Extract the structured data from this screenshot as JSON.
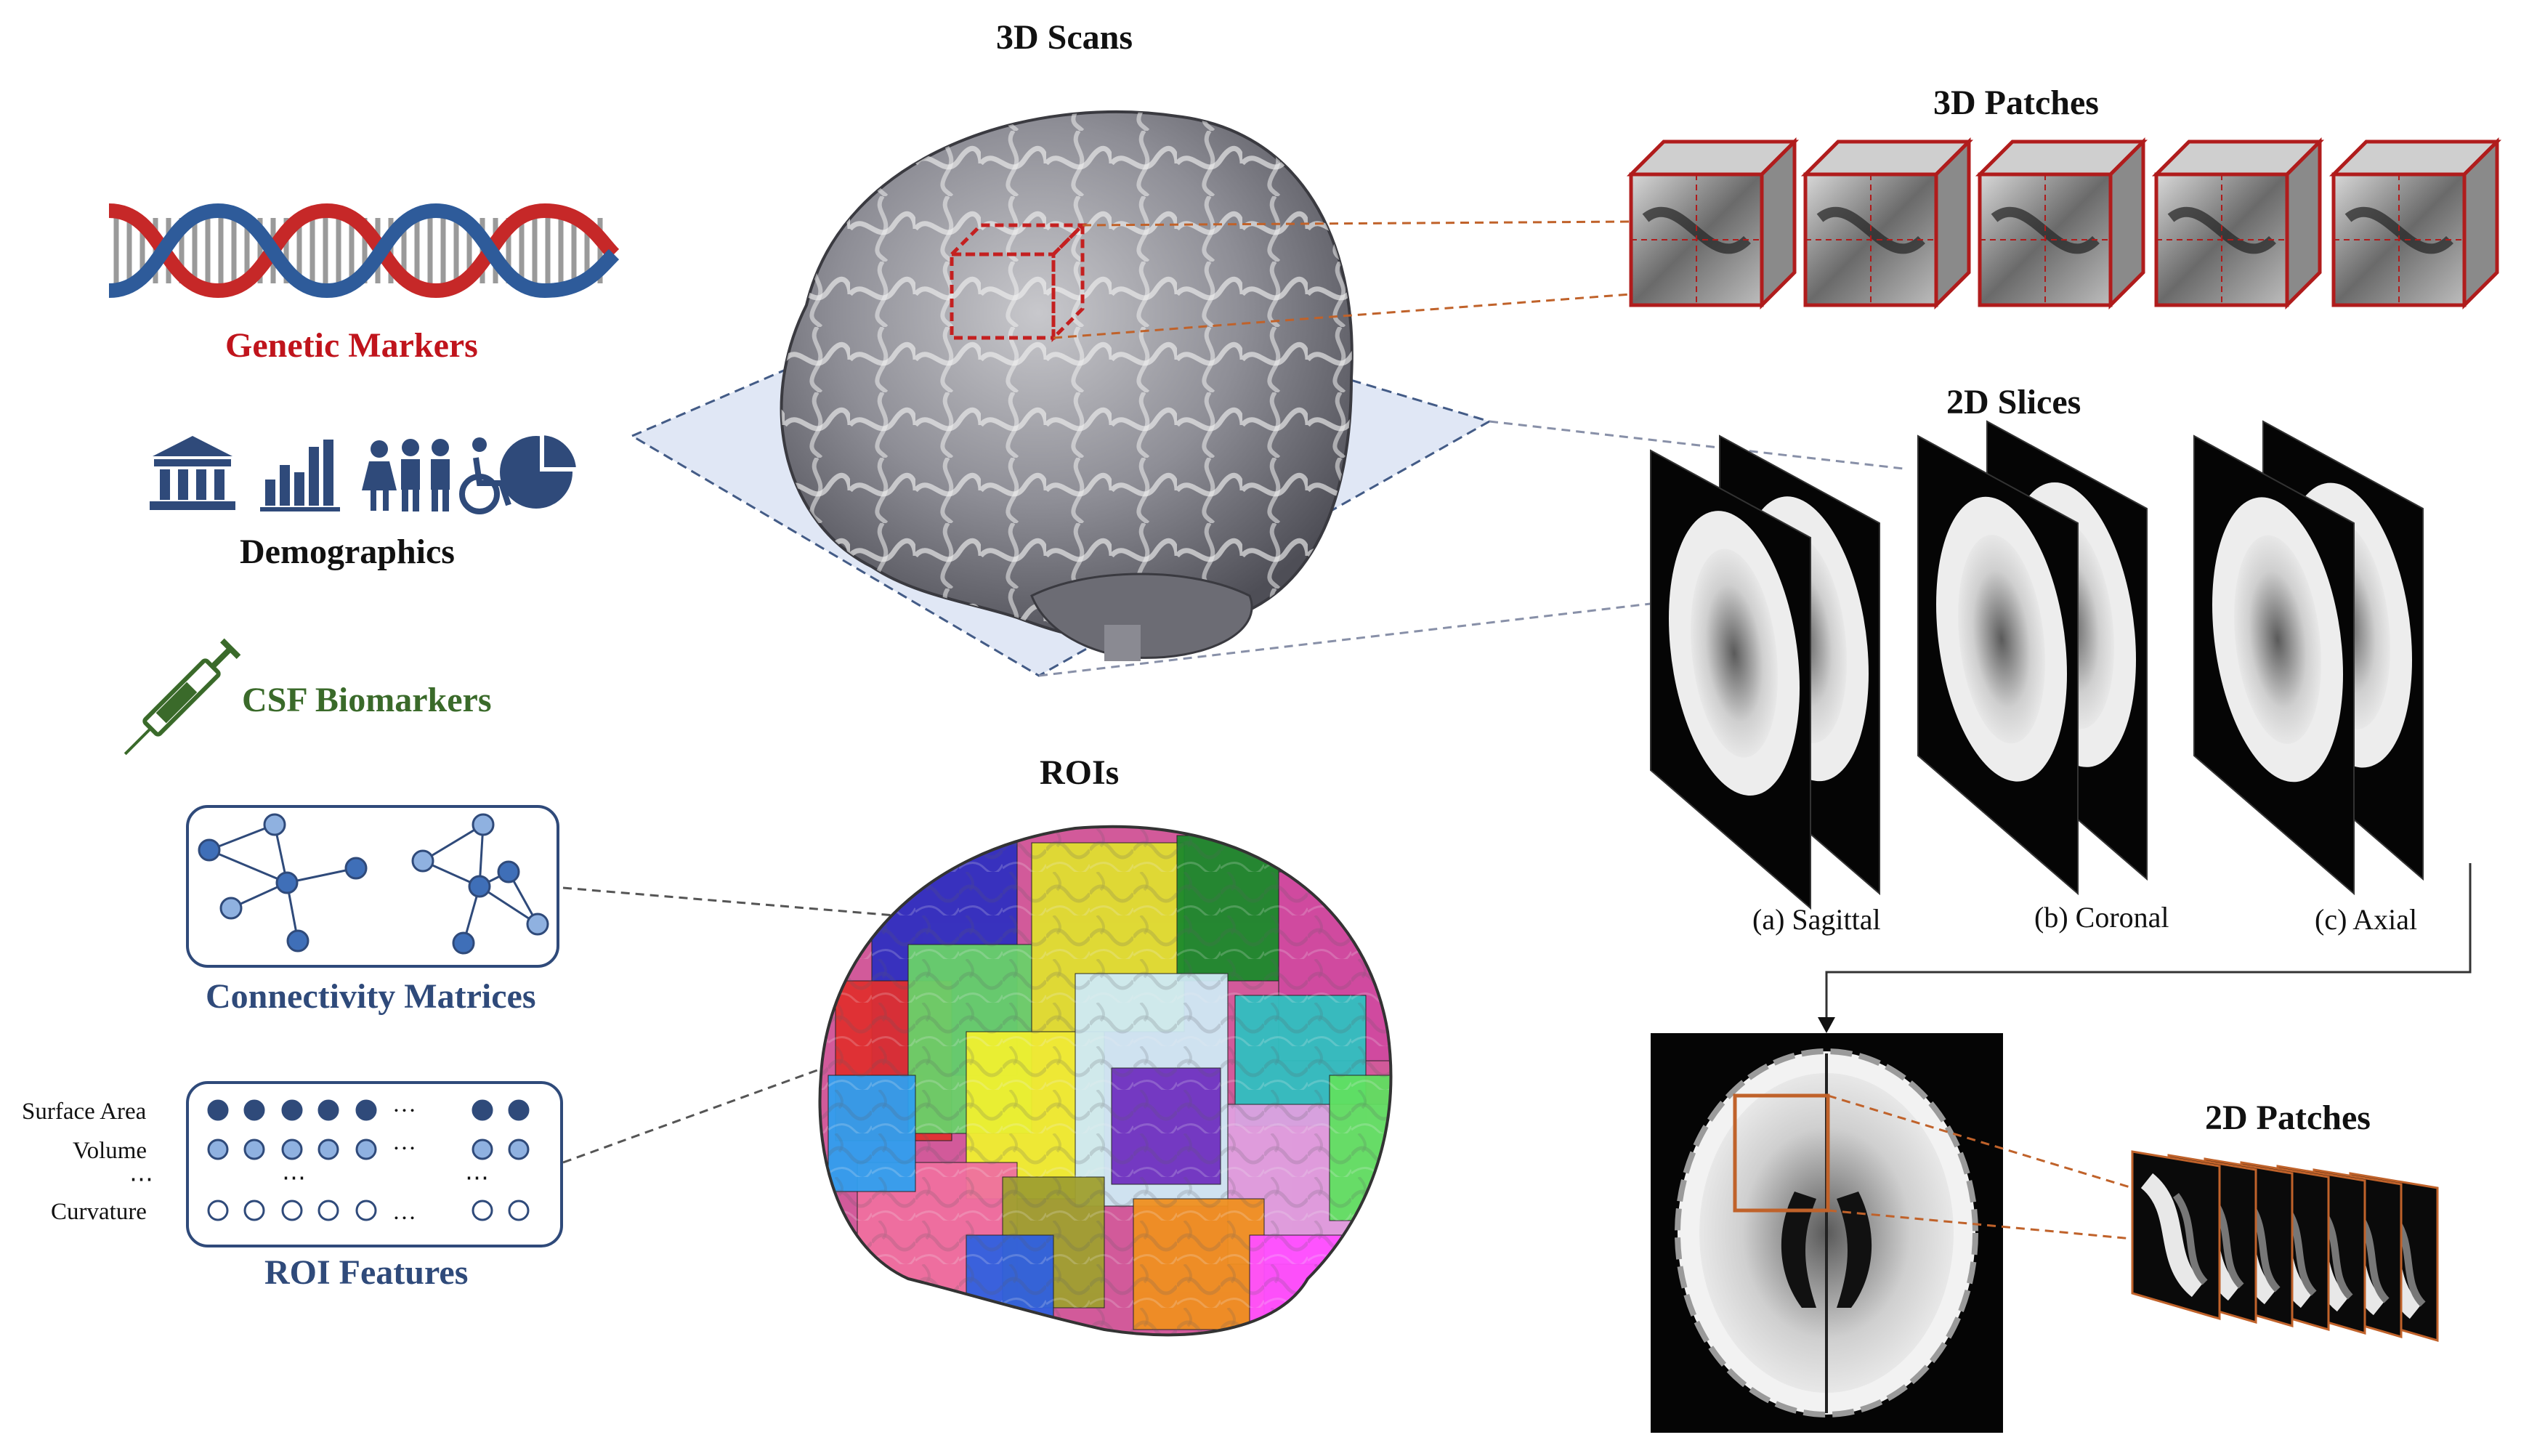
{
  "titles": {
    "scans": "3D Scans",
    "patches3d": "3D Patches",
    "slices2d": "2D Slices",
    "rois": "ROIs",
    "patches2d": "2D Patches"
  },
  "modalities": {
    "genetic": {
      "label": "Genetic Markers",
      "color": "#c0141c"
    },
    "demographics": {
      "label": "Demographics",
      "icons": [
        "institution-icon",
        "bar-chart-icon",
        "people-icon",
        "wheelchair-icon",
        "pie-chart-icon"
      ]
    },
    "csf": {
      "label": "CSF Biomarkers",
      "color": "#3a6a2a"
    },
    "connectivity": {
      "label": "Connectivity Matrices",
      "color": "#2f4a7a"
    },
    "roi_features": {
      "label": "ROI Features",
      "rows": [
        "Surface Area",
        "Volume",
        "Curvature"
      ],
      "ellipsis": "…",
      "vdots": "⋯"
    }
  },
  "slice_views": [
    "(a) Sagittal",
    "(b) Coronal",
    "(c) Axial"
  ],
  "colors": {
    "accent_navy": "#2f4a7a",
    "patch_red": "#b01c1c",
    "patch_orange": "#c0622a"
  }
}
